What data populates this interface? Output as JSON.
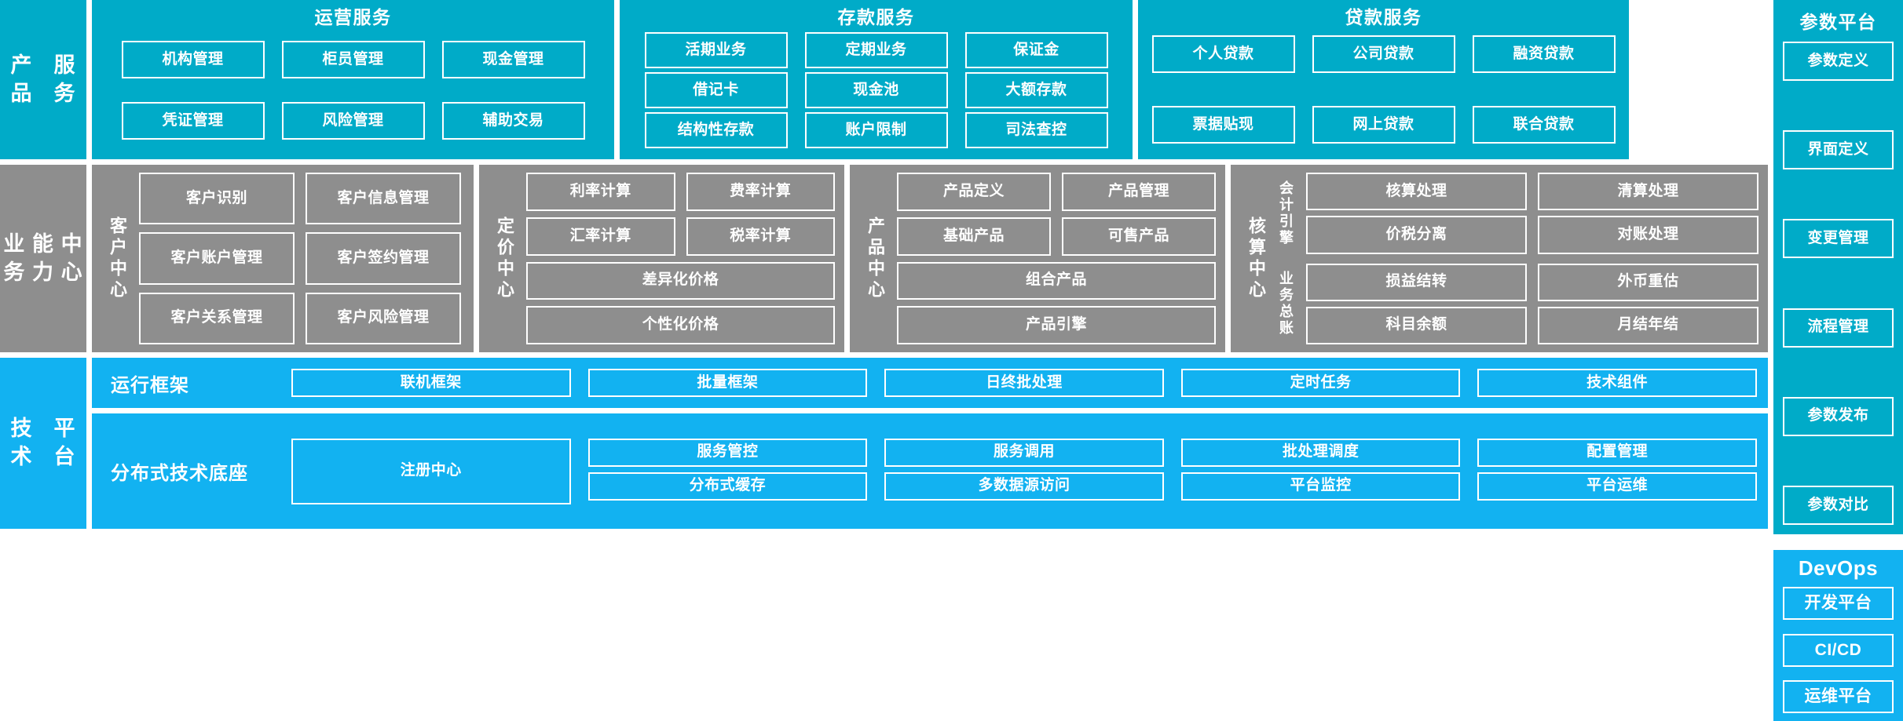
{
  "layers": {
    "product_service": {
      "label": "产品\n服务",
      "groups": [
        {
          "title": "运营服务",
          "rows": [
            [
              "机构管理",
              "柜员管理",
              "现金管理"
            ],
            [
              "凭证管理",
              "风险管理",
              "辅助交易"
            ]
          ]
        },
        {
          "title": "存款服务",
          "rows": [
            [
              "活期业务",
              "定期业务",
              "保证金"
            ],
            [
              "借记卡",
              "现金池",
              "大额存款"
            ],
            [
              "结构性存款",
              "账户限制",
              "司法查控"
            ]
          ]
        },
        {
          "title": "贷款服务",
          "rows": [
            [
              "个人贷款",
              "公司贷款",
              "融资贷款"
            ],
            [
              "票据贴现",
              "网上贷款",
              "联合贷款"
            ]
          ]
        }
      ]
    },
    "business_capability": {
      "label": "业务\n能力\n中心",
      "centers": [
        {
          "name": "客户中心",
          "rows": [
            [
              "客户识别",
              "客户信息管理"
            ],
            [
              "客户账户管理",
              "客户签约管理"
            ],
            [
              "客户关系管理",
              "客户风险管理"
            ]
          ]
        },
        {
          "name": "定价中心",
          "rows": [
            [
              "利率计算",
              "费率计算"
            ],
            [
              "汇率计算",
              "税率计算"
            ],
            [
              "差异化价格"
            ],
            [
              "个性化价格"
            ]
          ]
        },
        {
          "name": "产品中心",
          "rows": [
            [
              "产品定义",
              "产品管理"
            ],
            [
              "基础产品",
              "可售产品"
            ],
            [
              "组合产品"
            ],
            [
              "产品引擎"
            ]
          ]
        },
        {
          "name": "核算中心",
          "sections": [
            {
              "name": "会计引擎",
              "rows": [
                [
                  "核算处理",
                  "清算处理"
                ],
                [
                  "价税分离",
                  "对账处理"
                ]
              ]
            },
            {
              "name": "业务总账",
              "rows": [
                [
                  "损益结转",
                  "外币重估"
                ],
                [
                  "科目余额",
                  "月结年结"
                ]
              ]
            }
          ]
        }
      ]
    },
    "technical_platform": {
      "label": "技术\n平台",
      "strips": [
        {
          "name": "运行框架",
          "columns": [
            [
              "联机框架"
            ],
            [
              "批量框架"
            ],
            [
              "日终批处理"
            ],
            [
              "定时任务"
            ],
            [
              "技术组件"
            ]
          ]
        },
        {
          "name": "分布式技术底座",
          "columns": [
            [
              "注册中心"
            ],
            [
              "服务管控",
              "分布式缓存"
            ],
            [
              "服务调用",
              "多数据源访问"
            ],
            [
              "批处理调度",
              "平台监控"
            ],
            [
              "配置管理",
              "平台运维"
            ]
          ]
        }
      ]
    }
  },
  "rails": {
    "parameter_platform": {
      "title": "参数平台",
      "items": [
        "参数定义",
        "界面定义",
        "变更管理",
        "流程管理",
        "参数发布",
        "参数对比"
      ]
    },
    "devops": {
      "title": "DevOps",
      "items": [
        "开发平台",
        "CI/CD",
        "运维平台"
      ]
    }
  },
  "colors": {
    "teal": "#00ABC8",
    "gray": "#8E8E8E",
    "blue": "#12B2F1",
    "tile_border": "#FFFFFF",
    "text": "#FFFFFF",
    "background": "#FFFFFF"
  }
}
